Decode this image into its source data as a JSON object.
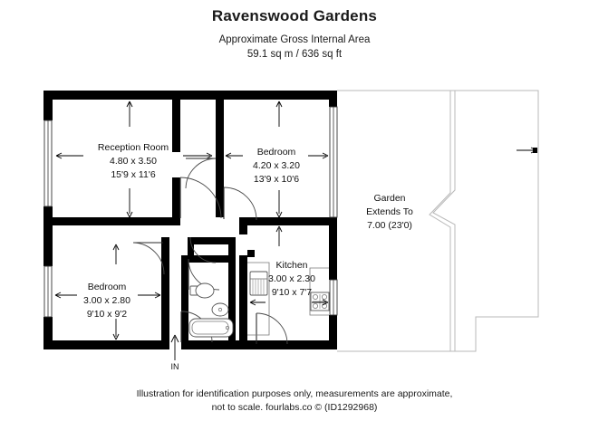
{
  "header": {
    "title": "Ravenswood Gardens",
    "area_line_1": "Approximate Gross Internal Area",
    "area_line_2": "59.1 sq m / 636 sq ft"
  },
  "footer": {
    "line_1": "Illustration for identification purposes only, measurements are approximate,",
    "line_2": "not to scale. fourlabs.co © (ID1292968)"
  },
  "rooms": [
    {
      "id": "reception-room",
      "name": "Reception Room",
      "dim_metric": "4.80 x 3.50",
      "dim_imperial": "15'9 x 11'6"
    },
    {
      "id": "bedroom-main",
      "name": "Bedroom",
      "dim_metric": "4.20 x 3.20",
      "dim_imperial": "13'9 x 10'6"
    },
    {
      "id": "bedroom-second",
      "name": "Bedroom",
      "dim_metric": "3.00 x 2.80",
      "dim_imperial": "9'10 x 9'2"
    },
    {
      "id": "kitchen",
      "name": "Kitchen",
      "dim_metric": "3.00 x 2.30",
      "dim_imperial": "9'10 x 7'7"
    }
  ],
  "garden": {
    "name": "Garden",
    "extends_label": "Extends To",
    "extent": "7.00 (23'0)"
  },
  "entrance": {
    "label": "IN"
  },
  "colors": {
    "wall": "#000000",
    "text": "#111111",
    "garden_outline": "#b8b8b8",
    "fixture_stroke": "#555555",
    "background": "#ffffff"
  }
}
